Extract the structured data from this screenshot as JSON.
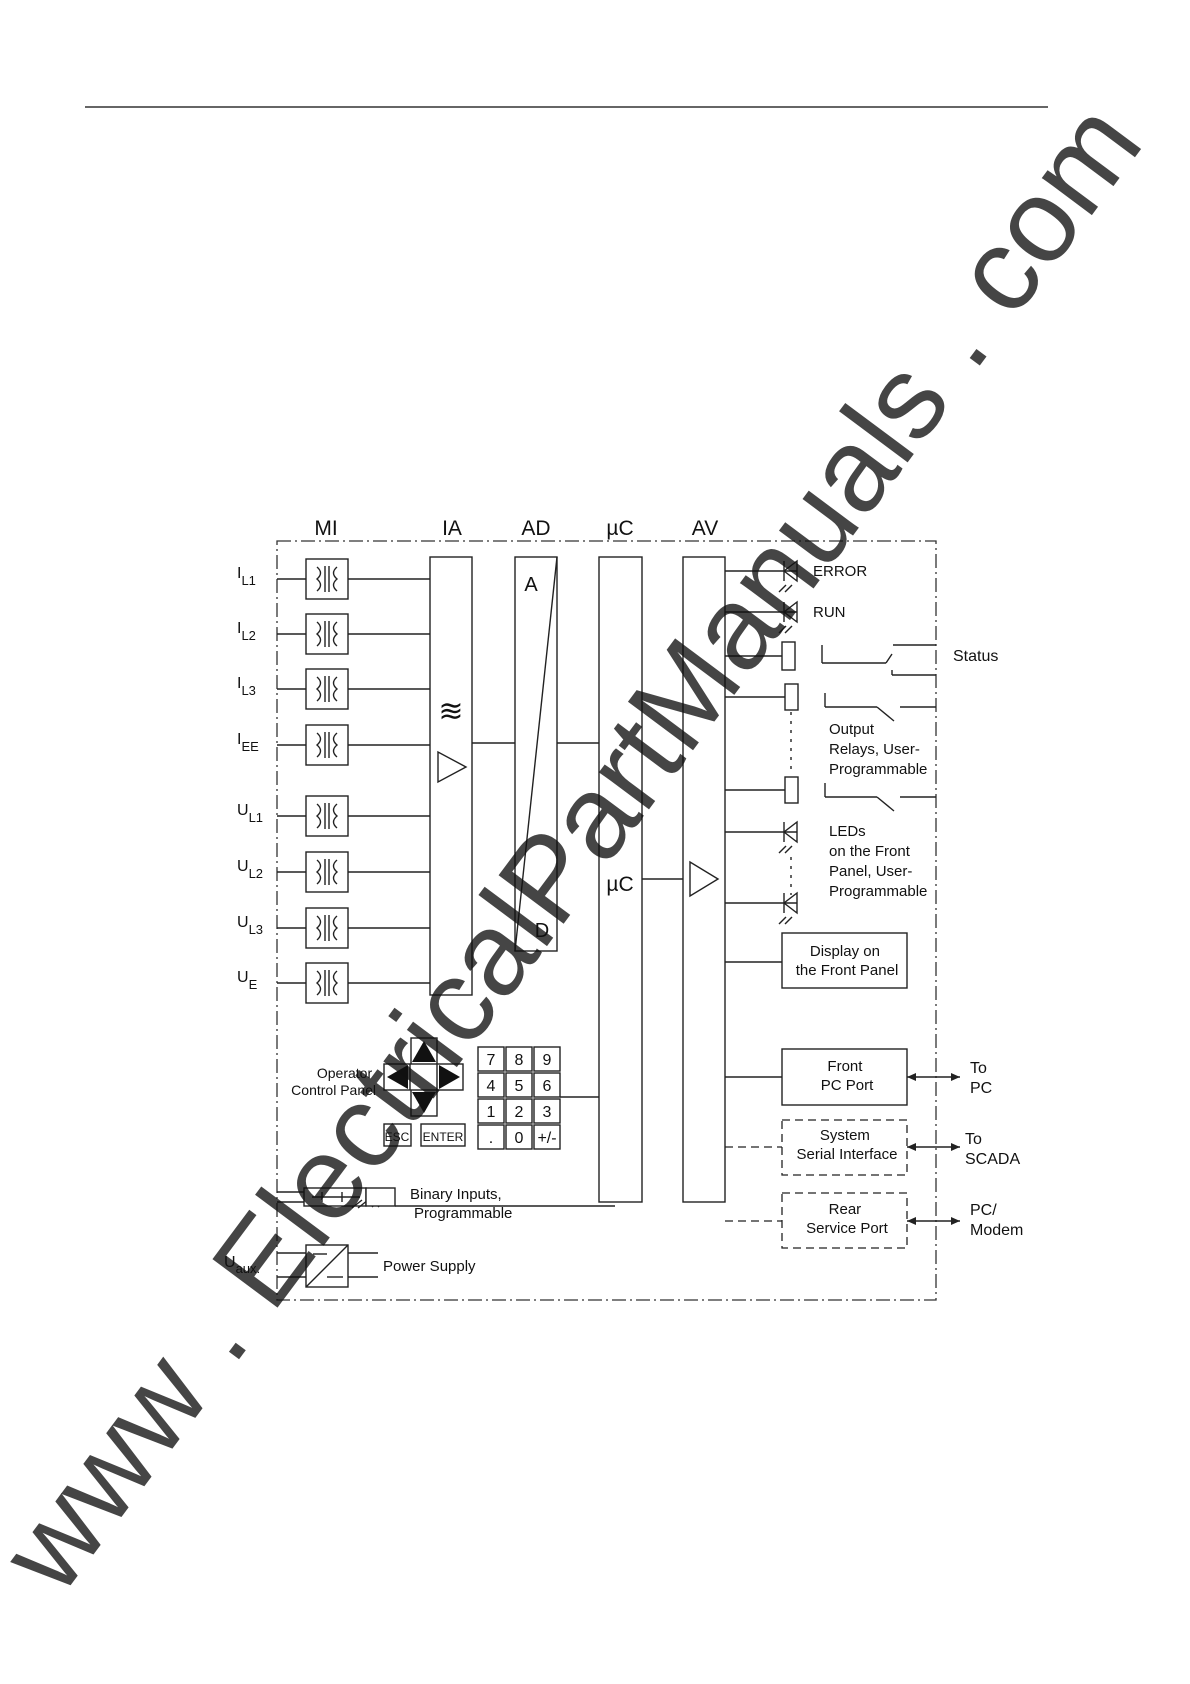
{
  "headers": {
    "mi": "MI",
    "ia": "IA",
    "ad": "AD",
    "uc": "µC",
    "av": "AV"
  },
  "converter": {
    "a": "A",
    "d": "D"
  },
  "processor_label": "µC",
  "filter_symbol": "≋",
  "inputs": [
    {
      "main": "I",
      "sub": "L1"
    },
    {
      "main": "I",
      "sub": "L2"
    },
    {
      "main": "I",
      "sub": "L3"
    },
    {
      "main": "I",
      "sub": "EE"
    },
    {
      "main": "U",
      "sub": "L1"
    },
    {
      "main": "U",
      "sub": "L2"
    },
    {
      "main": "U",
      "sub": "L3"
    },
    {
      "main": "U",
      "sub": "E"
    }
  ],
  "leds": {
    "error": "ERROR",
    "run": "RUN"
  },
  "status_label": "Status",
  "output_relays": [
    "Output",
    "Relays, User-",
    "Programmable"
  ],
  "front_leds": [
    "LEDs",
    "on the Front",
    "Panel, User-",
    "Programmable"
  ],
  "display": [
    "Display on",
    "the Front Panel"
  ],
  "front_port": [
    "Front",
    "PC Port"
  ],
  "system_interface": [
    "System",
    "Serial Interface"
  ],
  "rear_port": [
    "Rear",
    "Service Port"
  ],
  "to_pc": [
    "To",
    "PC"
  ],
  "to_scada": [
    "To",
    "SCADA"
  ],
  "pc_modem": [
    "PC/",
    "Modem"
  ],
  "operator_panel": [
    "Operator",
    "Control Panel"
  ],
  "keypad": {
    "keys": [
      "7",
      "8",
      "9",
      "4",
      "5",
      "6",
      "1",
      "2",
      "3",
      ".",
      "0",
      "+/-"
    ],
    "esc": "ESC",
    "enter": "ENTER"
  },
  "binary_inputs": [
    "Binary Inputs,",
    "Programmable"
  ],
  "power_supply": "Power Supply",
  "aux": {
    "main": "U",
    "sub": "aux."
  },
  "watermark": "www . ElectricalPartManuals . com",
  "colors": {
    "line": "#222222",
    "watermark": "#6e6e6e"
  }
}
